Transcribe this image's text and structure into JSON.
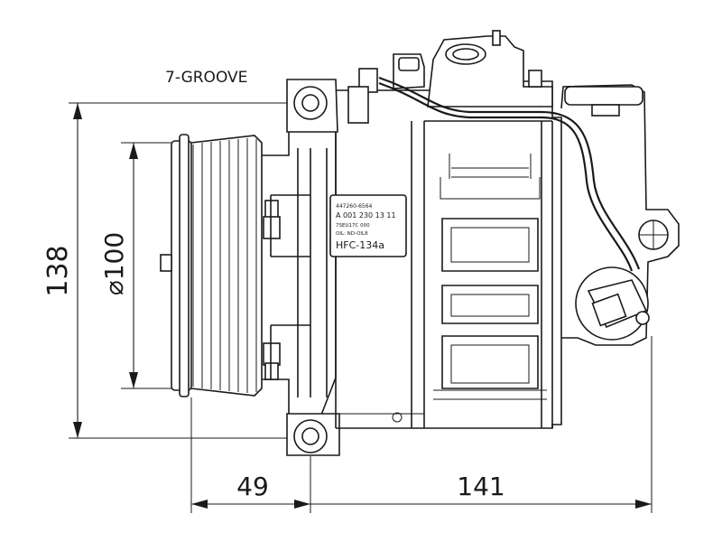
{
  "labels": {
    "groove": "7-GROOVE",
    "height": "138",
    "pulley_diameter": "⌀100",
    "pulley_offset": "49",
    "body_length": "141"
  },
  "plate": {
    "line1": "447260-6564",
    "line2": "A 001 230 13 11",
    "line3": "7SEU17C 000",
    "line4": "OIL: ND-OIL8",
    "refrigerant": "HFC-134a"
  }
}
